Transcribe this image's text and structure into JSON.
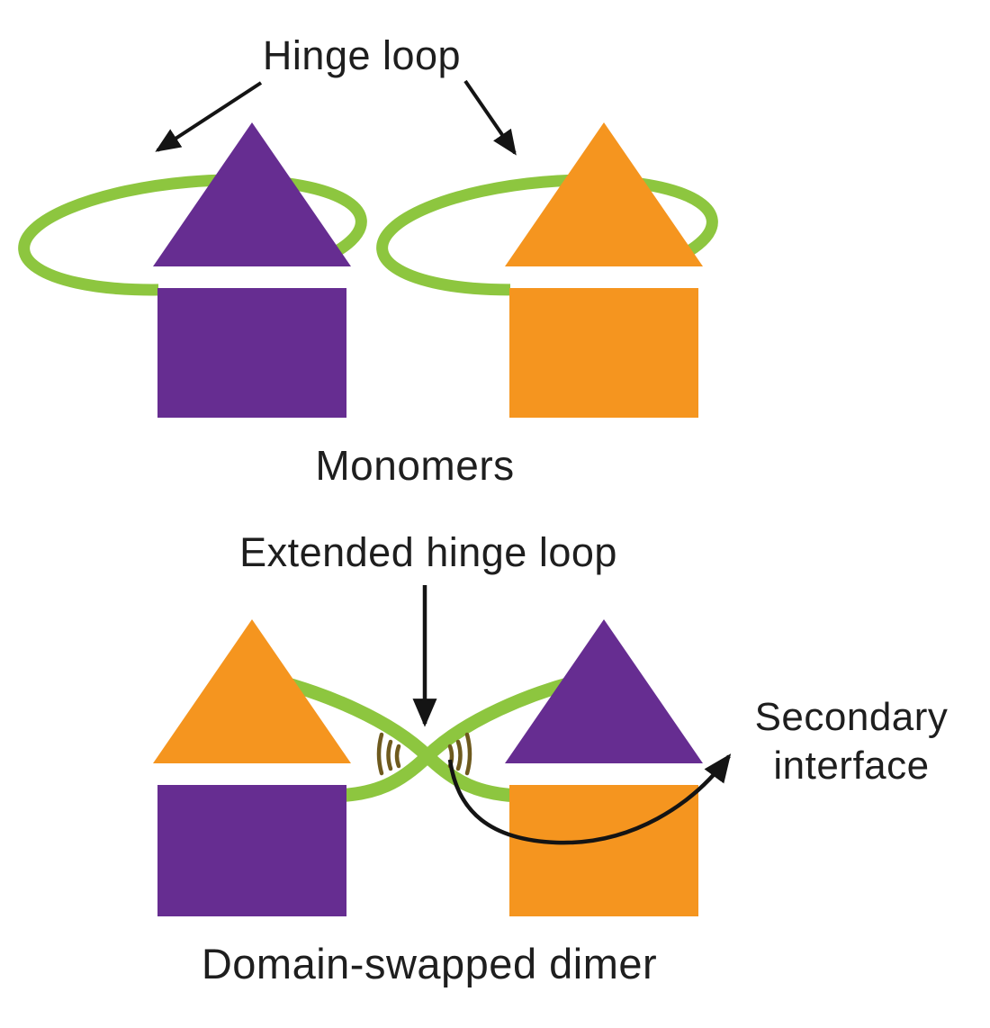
{
  "colors": {
    "purple": "#662D91",
    "orange": "#F5951F",
    "green": "#8DC63F",
    "hatch": "#6E5A1E",
    "text": "#1E1E1E",
    "arrow": "#141414"
  },
  "labels": {
    "hinge_loop": "Hinge loop",
    "monomers": "Monomers",
    "extended_hinge_loop": "Extended hinge loop",
    "secondary_interface": [
      "Secondary",
      "interface"
    ],
    "domain_swapped_dimer": "Domain-swapped dimer"
  },
  "diagram": {
    "monomers": {
      "left": {
        "triangle_color": "purple",
        "square_color": "purple",
        "loop_color": "green"
      },
      "right": {
        "triangle_color": "orange",
        "square_color": "orange",
        "loop_color": "green"
      }
    },
    "dimer": {
      "left": {
        "triangle_color": "orange",
        "square_color": "purple"
      },
      "right": {
        "triangle_color": "purple",
        "square_color": "orange"
      },
      "hinge_loops": "crossed extended green loops",
      "secondary_interface_marks": "three arc marks on each side of crossing"
    }
  }
}
